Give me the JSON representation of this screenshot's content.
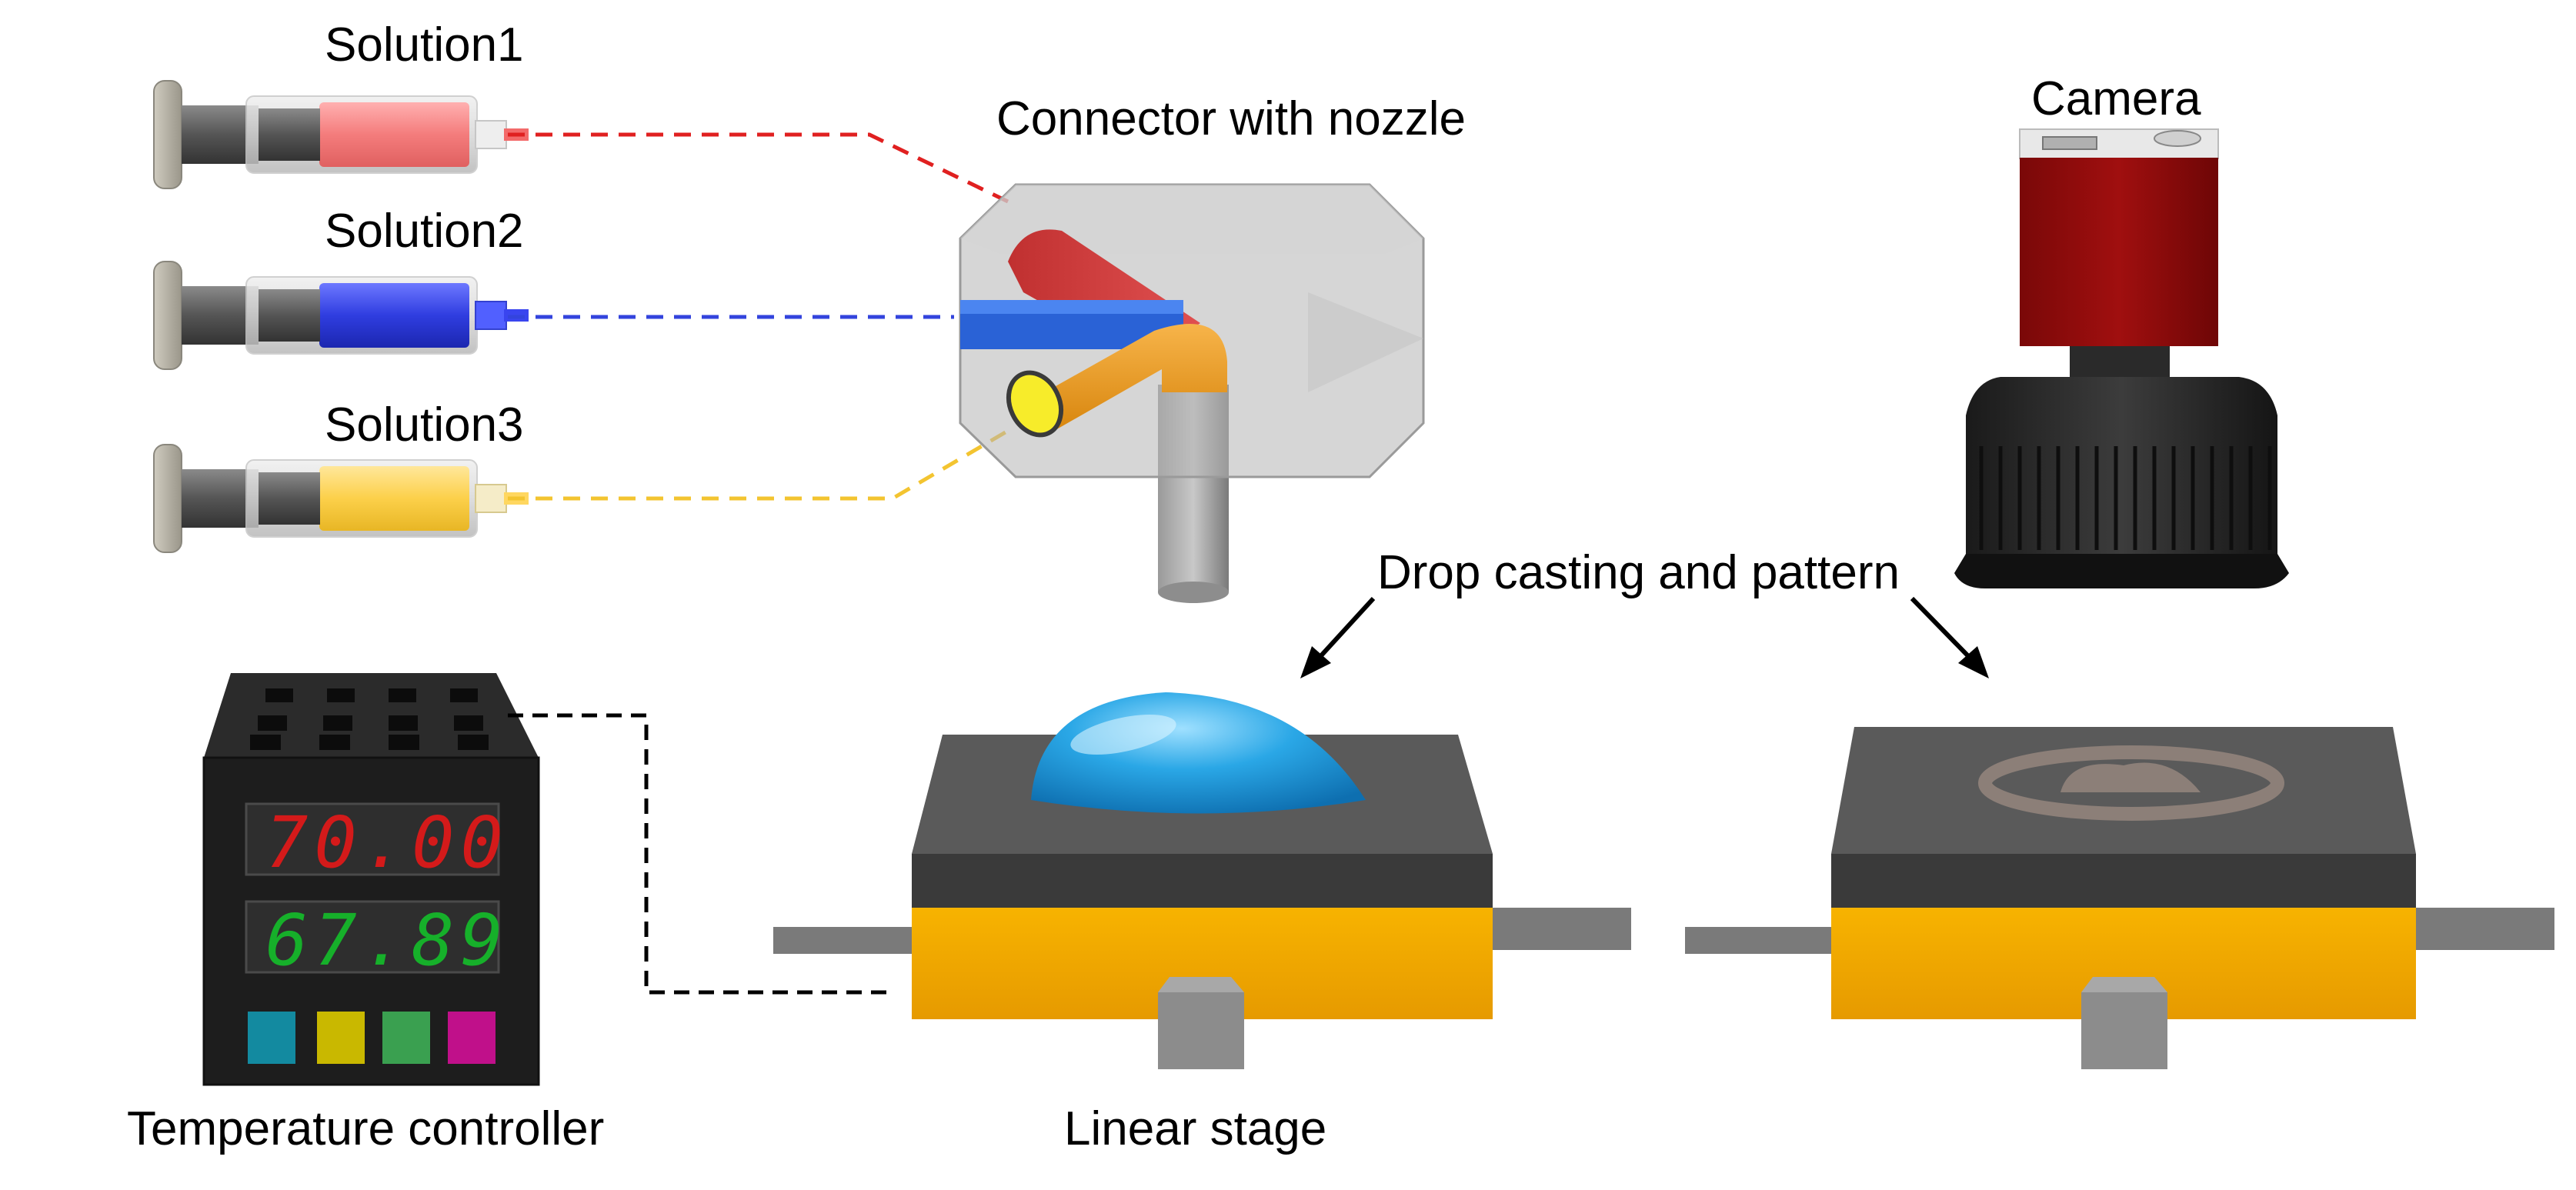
{
  "labels": {
    "solution1": "Solution1",
    "solution2": "Solution2",
    "solution3": "Solution3",
    "connector": "Connector with nozzle",
    "camera": "Camera",
    "drop_casting": "Drop casting and pattern",
    "temperature_controller": "Temperature controller",
    "linear_stage": "Linear stage"
  },
  "controller": {
    "display_set": "70.00",
    "display_actual": "67.89"
  },
  "colors": {
    "solution1": "#f47c7c",
    "solution2": "#2f3de0",
    "solution3": "#fcd04a",
    "camera_body": "#a00f0f",
    "stage_yellow": "#f5a800",
    "stage_dark": "#3a3a3a",
    "droplet": "#2aa7e6",
    "display_red": "#d41a1a",
    "display_green": "#16b02a",
    "controller_buttons": [
      "#138aa0",
      "#c9b800",
      "#3aa050",
      "#c0108a"
    ]
  },
  "icons": {
    "syringe": "syringe-icon",
    "camera": "camera-icon",
    "controller": "temperature-controller-icon",
    "stage": "linear-stage-icon"
  }
}
